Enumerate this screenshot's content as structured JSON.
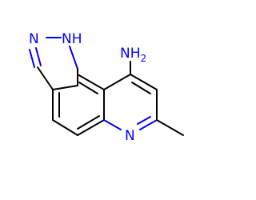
{
  "molecule": {
    "atoms": {
      "n_pyrazole_left": "N",
      "nh_pyrazole": "NH",
      "amine_n": "N",
      "amine_h2": "H",
      "amine_sub": "2",
      "n_pyridine": "N"
    },
    "colors": {
      "bond": "#000000",
      "heteroatom": "#0000ff",
      "background": "#ffffff"
    }
  }
}
